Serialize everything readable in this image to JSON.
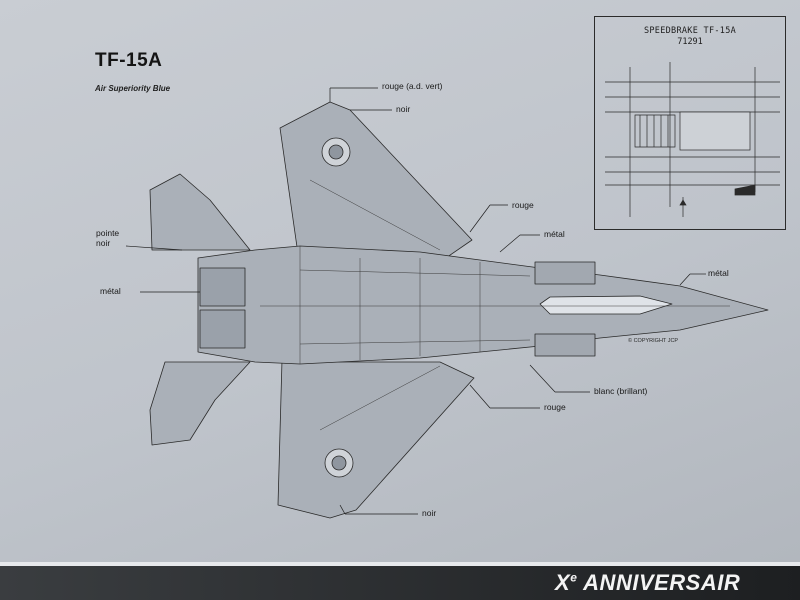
{
  "title": "TF-15A",
  "subtitle": "Air Superiority Blue",
  "callouts": {
    "rouge_ad_vert": "rouge  (a.d. vert)",
    "noir_top": "noir",
    "rouge_wing": "rouge",
    "metal_top": "métal",
    "pointe_noir_1": "pointe",
    "pointe_noir_2": "noir",
    "metal_left": "métal",
    "metal_nose": "métal",
    "blanc_brillant": "blanc (brillant)",
    "rouge_lower": "rouge",
    "noir_bottom": "noir"
  },
  "inset": {
    "title": "SPEEDBRAKE TF-15A",
    "number": "71291"
  },
  "copyright": "© COPYRIGHT  JCP",
  "banner": {
    "prefix": "X",
    "superscript": "e",
    "text": " ANNIVERSAIR"
  },
  "colors": {
    "paper": "#c4c9cf",
    "aircraft_fill": "#aab0b8",
    "line": "#2a2a2a",
    "band": "#2a2c2f"
  }
}
